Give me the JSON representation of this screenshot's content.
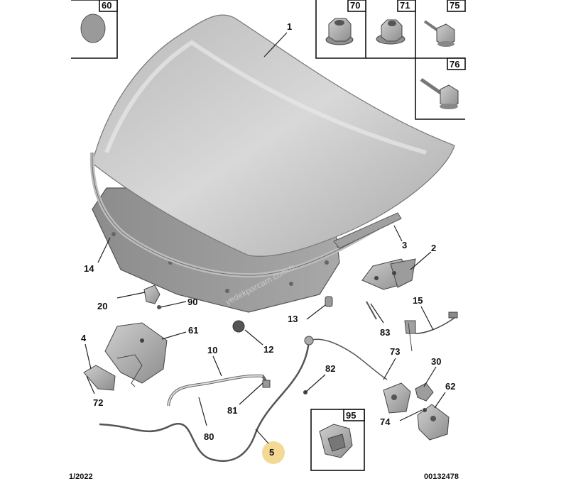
{
  "diagram": {
    "date_code": "1/2022",
    "ref_code": "00132478",
    "watermark": "yedekparcam.com.tr",
    "highlight_color": "#f3d58a",
    "boxed_parts": [
      "60",
      "70",
      "71",
      "75",
      "76",
      "95"
    ],
    "part_labels": [
      "1",
      "2",
      "3",
      "4",
      "5",
      "10",
      "12",
      "13",
      "14",
      "15",
      "20",
      "30",
      "61",
      "62",
      "72",
      "73",
      "74",
      "80",
      "81",
      "82",
      "83",
      "90"
    ]
  }
}
